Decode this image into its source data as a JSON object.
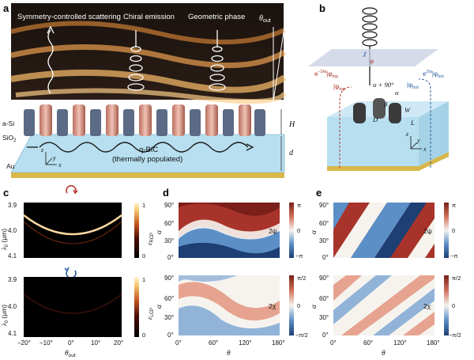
{
  "panels": {
    "a": {
      "label": "a",
      "top_labels": [
        "Symmetry-controlled scattering",
        "Chiral emission",
        "Geometric phase"
      ],
      "theta_out": "θ",
      "theta_out_sub": "out",
      "layer_asi": "a-Si",
      "layer_sio2_a": "SiO",
      "layer_sio2_sub": "2",
      "layer_au": "Au",
      "qbic_line1": "q-BIC",
      "qbic_line2": "(thermally populated)",
      "dim_h": "H",
      "dim_d": "d",
      "axis_x": "x",
      "axis_y": "y",
      "axis_z": "z"
    },
    "b": {
      "label": "b",
      "phi_label": "φ",
      "chi_label": "χ",
      "left_phase": "e",
      "left_phase_sup": "−2iα",
      "left_phase_tail": "⟩|φ",
      "left_ket": "|φ",
      "left_ket_sub": "top",
      "right_phase": "e",
      "right_phase_sup": "2iα",
      "right_ket": "|φ",
      "right_ket_sub": "bot",
      "right_ket2": "|φ",
      "right_ket2_sub": "bot",
      "alpha_plus": "α + 90°",
      "alpha": "α",
      "theta": "θ",
      "dim_d": "D",
      "dim_w": "W",
      "dim_l": "L",
      "axis_x": "x",
      "axis_y": "y",
      "axis_z": "z"
    },
    "c": {
      "label": "c",
      "ylabel_main": "λ",
      "ylabel_sub": "0",
      "ylabel_unit": " (μm)",
      "yticks": [
        "3.9",
        "4.0",
        "4.1"
      ],
      "xticks": [
        "−20°",
        "−10°",
        "0°",
        "10°",
        "20°"
      ],
      "xlabel_main": "θ",
      "xlabel_sub": "out",
      "cbar_ticks": [
        "1",
        "0"
      ],
      "cbar_top_label": "ε",
      "cbar_top_sub": "RCP",
      "cbar_bot_label": "ε",
      "cbar_bot_sub": "LCP"
    },
    "d": {
      "label": "d",
      "yticks": [
        "90°",
        "60°",
        "30°",
        "0°"
      ],
      "xticks": [
        "0°",
        "60°",
        "120°",
        "180°"
      ],
      "xlabel": "θ",
      "ylabel": "α",
      "cbar_top_ticks": [
        "π",
        "0",
        "−π"
      ],
      "cbar_top_label": "2ψ",
      "cbar_bot_ticks": [
        "π/2",
        "0",
        "−π/2"
      ],
      "cbar_bot_label": "2χ"
    },
    "e": {
      "label": "e",
      "yticks": [
        "90°",
        "60°",
        "30°",
        "0°"
      ],
      "xticks": [
        "0°",
        "60°",
        "120°",
        "180°"
      ],
      "xlabel": "θ",
      "ylabel": "α",
      "cbar_top_ticks": [
        "π",
        "0",
        "−π"
      ],
      "cbar_top_label": "2ψ",
      "cbar_bot_ticks": [
        "π/2",
        "0",
        "−π/2"
      ],
      "cbar_bot_label": "2χ"
    }
  },
  "colors": {
    "diverging_neg": "#2c5f9e",
    "diverging_mid": "#f6f3ee",
    "diverging_pos": "#a8332a",
    "heat_low": "#000000",
    "heat_high": "#fff6d5",
    "sio2": "#b7dff0",
    "gold": "#d8b84a",
    "silicon": "#d79a8c"
  }
}
